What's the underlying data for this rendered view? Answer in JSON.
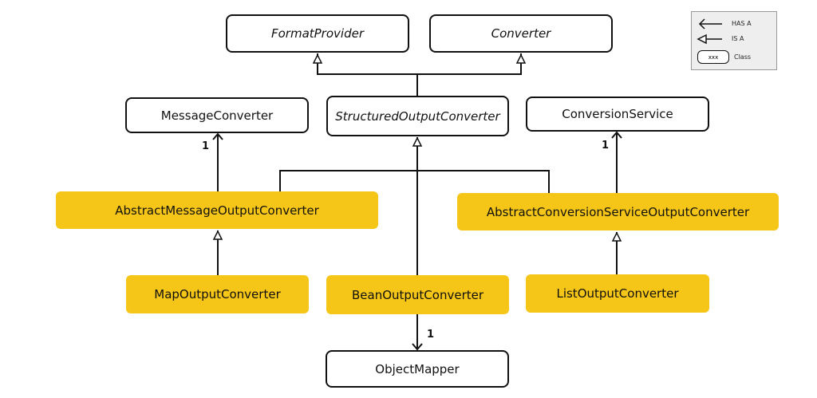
{
  "classes": {
    "format_provider": "FormatProvider",
    "converter": "Converter",
    "message_converter": "MessageConverter",
    "structured_output_converter": "StructuredOutputConverter",
    "conversion_service": "ConversionService",
    "abstract_message_output_converter": "AbstractMessageOutputConverter",
    "abstract_conversion_service_output_converter": "AbstractConversionServiceOutputConverter",
    "map_output_converter": "MapOutputConverter",
    "bean_output_converter": "BeanOutputConverter",
    "list_output_converter": "ListOutputConverter",
    "object_mapper": "ObjectMapper"
  },
  "multiplicity": {
    "message_converter": "1",
    "conversion_service": "1",
    "object_mapper": "1"
  },
  "legend": {
    "has_a": "HAS A",
    "is_a": "IS A",
    "sample": "xxx",
    "class": "Class"
  },
  "colors": {
    "implementation_fill": "#f5c518",
    "line": "#111111",
    "legend_fill": "#eeeeee"
  }
}
